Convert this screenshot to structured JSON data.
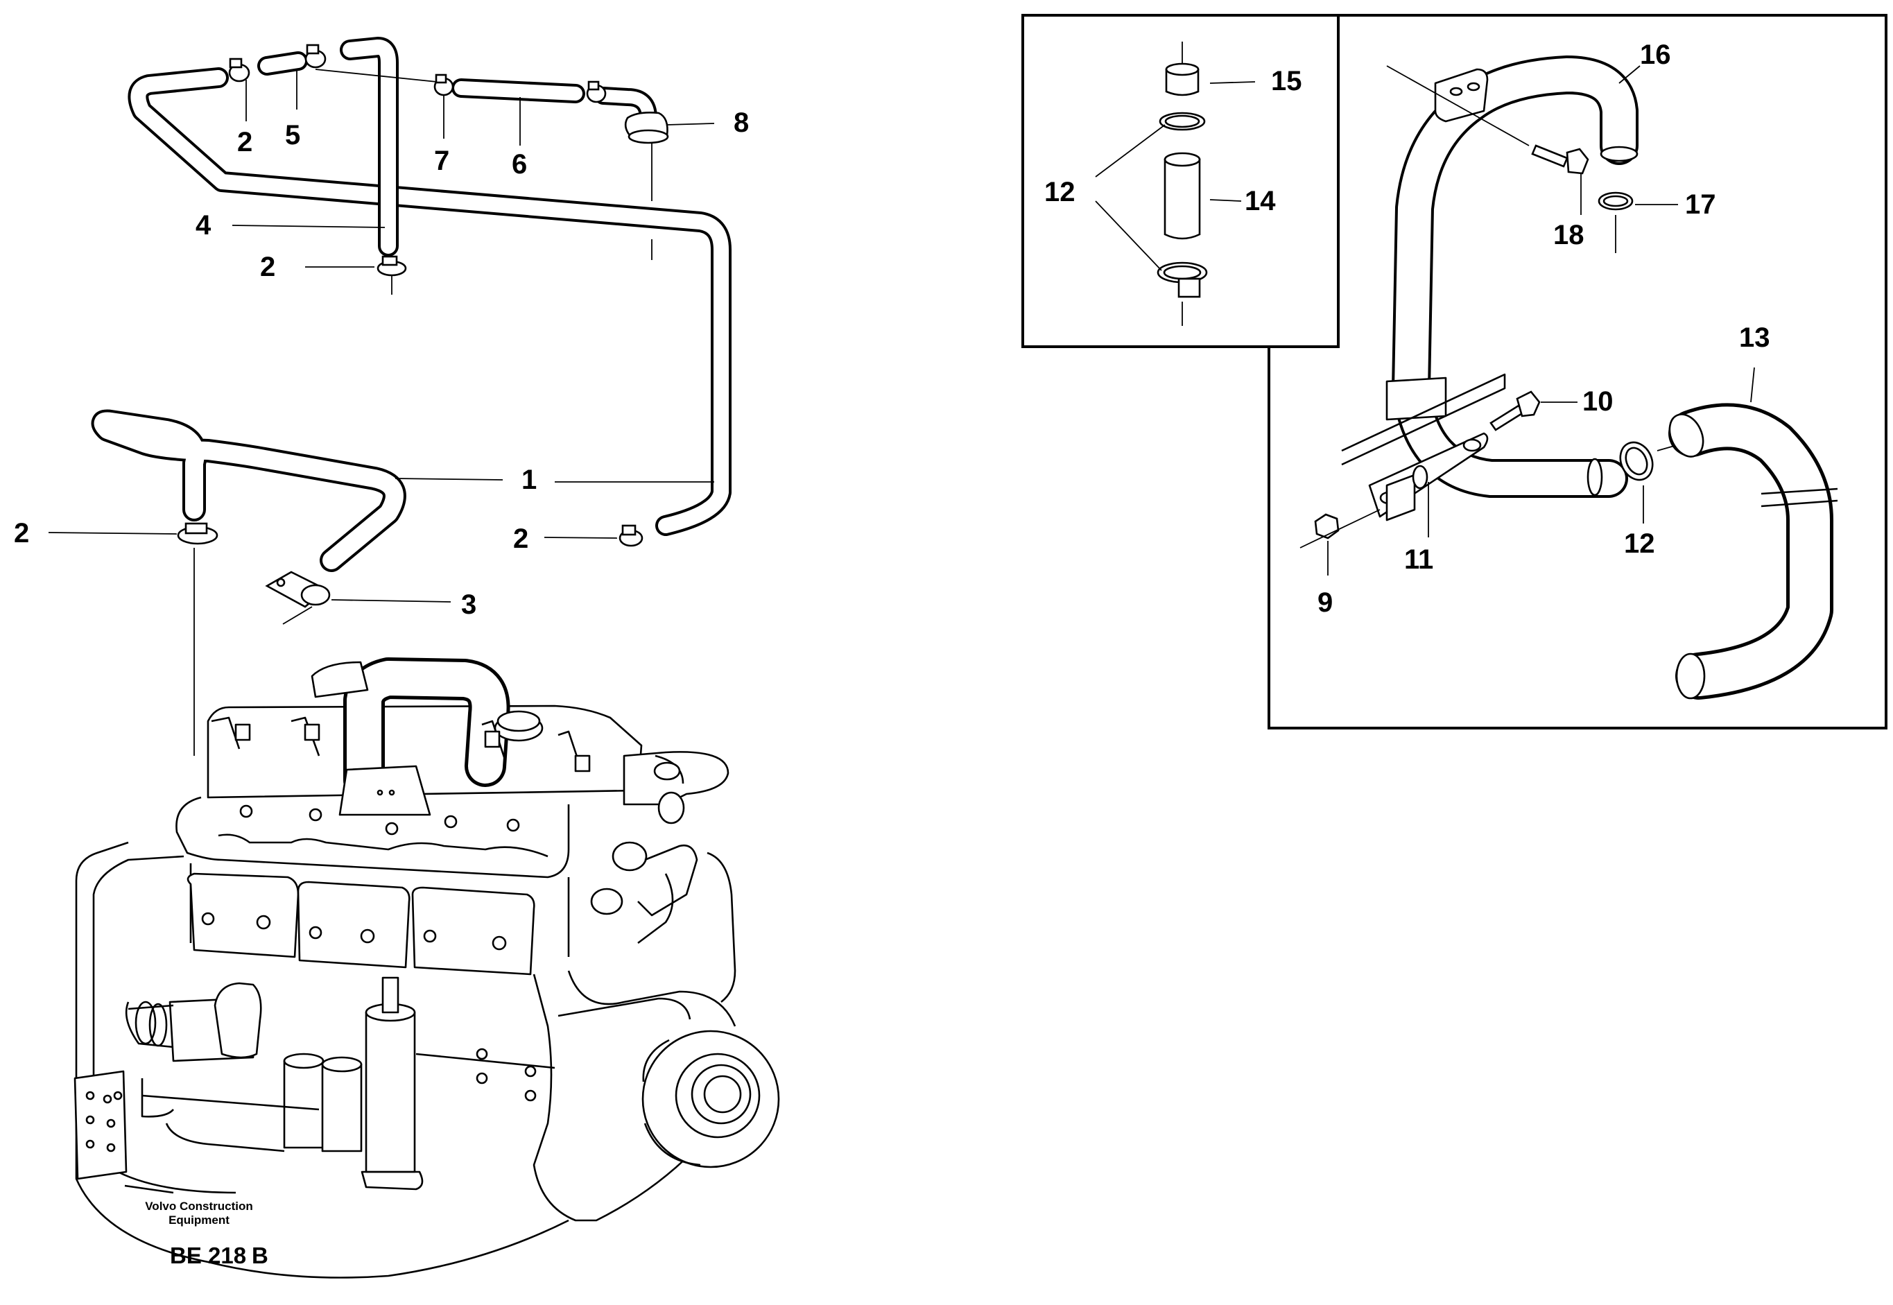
{
  "callouts": {
    "c1": "1",
    "c2a": "2",
    "c2b": "2",
    "c2c": "2",
    "c2d": "2",
    "c3": "3",
    "c4": "4",
    "c5": "5",
    "c6": "6",
    "c7": "7",
    "c8": "8",
    "c9": "9",
    "c10": "10",
    "c11": "11",
    "c12a": "12",
    "c12b": "12",
    "c13": "13",
    "c14": "14",
    "c15": "15",
    "c16": "16",
    "c17": "17",
    "c18": "18"
  },
  "credit": {
    "line1": "Volvo Construction",
    "line2": "Equipment"
  },
  "figure_code": {
    "code": "BE 218",
    "revision": "B"
  }
}
